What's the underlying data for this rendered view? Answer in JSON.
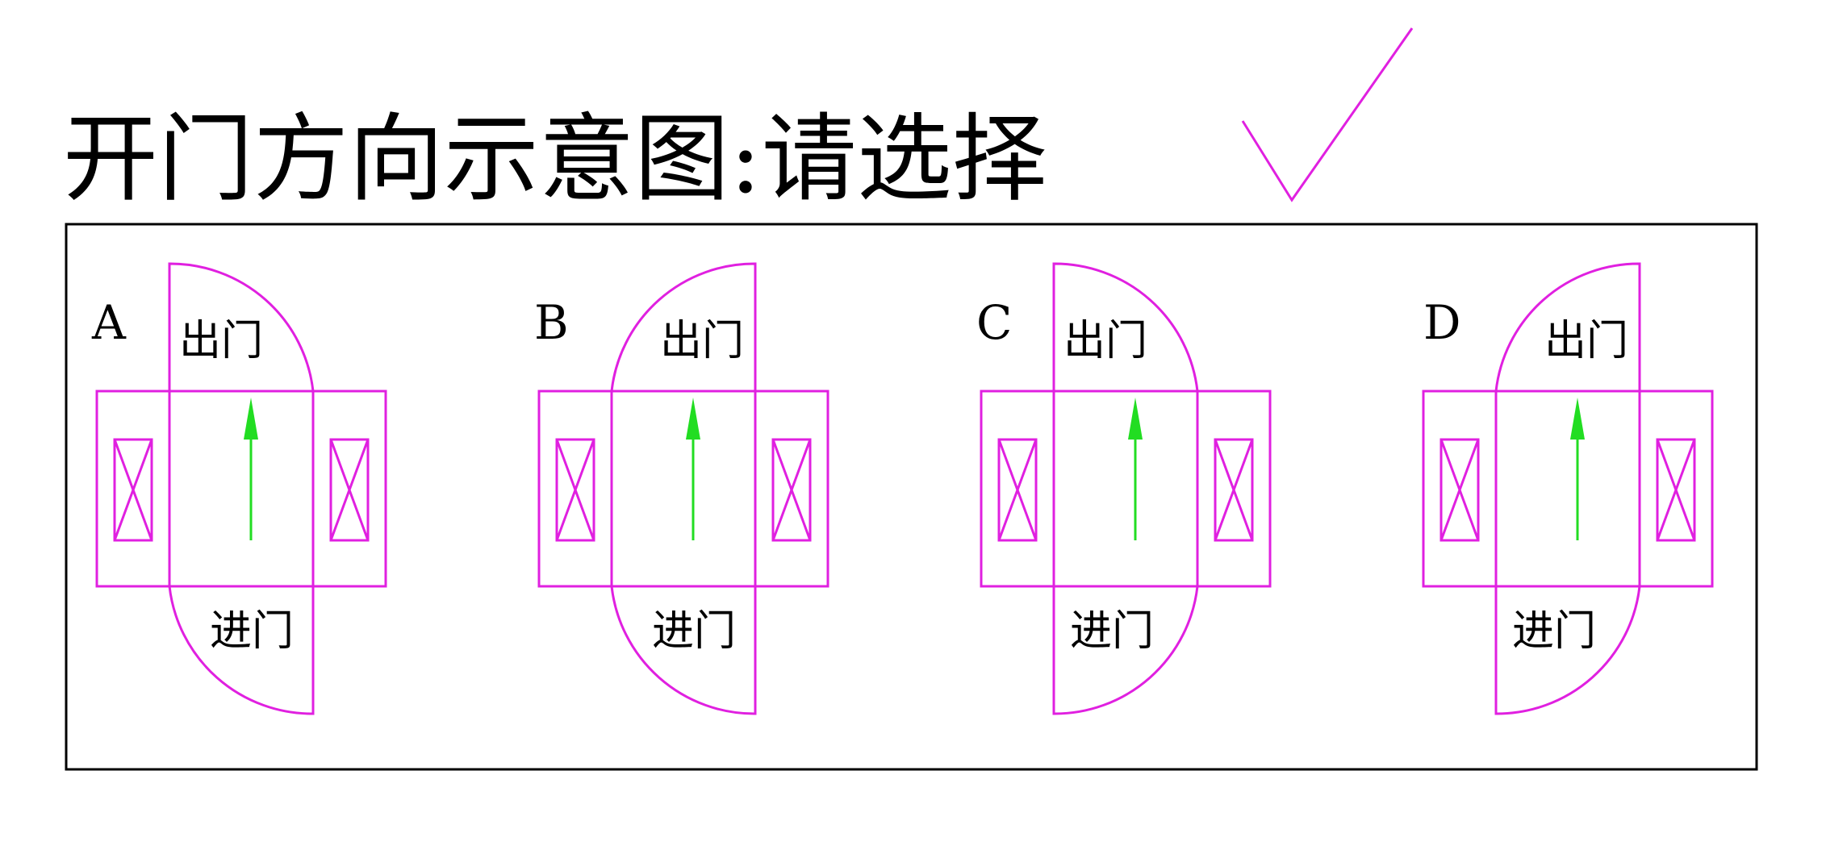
{
  "title": "开门方向示意图:请选择",
  "colors": {
    "outline": "#e020e0",
    "arrow": "#22dd22",
    "frame": "#000000",
    "text": "#000000"
  },
  "checkmark_icon": "check-mark-icon",
  "options": [
    {
      "letter": "A",
      "exit_label": "出门",
      "enter_label": "进门"
    },
    {
      "letter": "B",
      "exit_label": "出门",
      "enter_label": "进门"
    },
    {
      "letter": "C",
      "exit_label": "出门",
      "enter_label": "进门"
    },
    {
      "letter": "D",
      "exit_label": "出门",
      "enter_label": "进门"
    }
  ]
}
